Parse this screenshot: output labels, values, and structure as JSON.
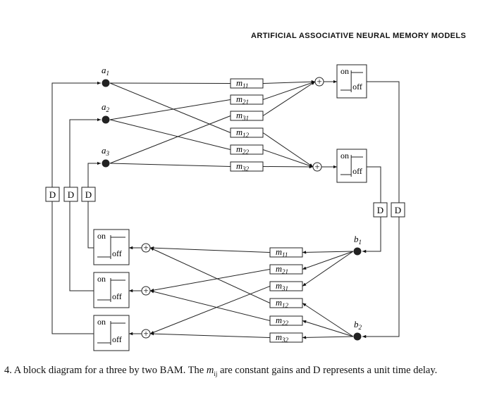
{
  "header": {
    "title": "ARTIFICIAL ASSOCIATIVE NEURAL MEMORY MODELS"
  },
  "caption": {
    "lead": "4. A block diagram for a three by two BAM. The ",
    "symbol": "m",
    "symbol_sub": "ij",
    "tail": " are constant gains and D represents a unit time delay."
  },
  "diagram": {
    "input_nodes": [
      {
        "name": "a",
        "sub": "1"
      },
      {
        "name": "a",
        "sub": "2"
      },
      {
        "name": "a",
        "sub": "3"
      }
    ],
    "output_nodes": [
      {
        "name": "b",
        "sub": "1"
      },
      {
        "name": "b",
        "sub": "2"
      }
    ],
    "upper_gains": [
      {
        "name": "m",
        "sub": "11"
      },
      {
        "name": "m",
        "sub": "21"
      },
      {
        "name": "m",
        "sub": "31"
      },
      {
        "name": "m",
        "sub": "12"
      },
      {
        "name": "m",
        "sub": "22"
      },
      {
        "name": "m",
        "sub": "32"
      }
    ],
    "lower_gains": [
      {
        "name": "m",
        "sub": "11"
      },
      {
        "name": "m",
        "sub": "21"
      },
      {
        "name": "m",
        "sub": "31"
      },
      {
        "name": "m",
        "sub": "12"
      },
      {
        "name": "m",
        "sub": "22"
      },
      {
        "name": "m",
        "sub": "32"
      }
    ],
    "delay_label": "D",
    "switch_on_label": "on",
    "switch_off_label": "off",
    "summer_symbol": "+"
  }
}
